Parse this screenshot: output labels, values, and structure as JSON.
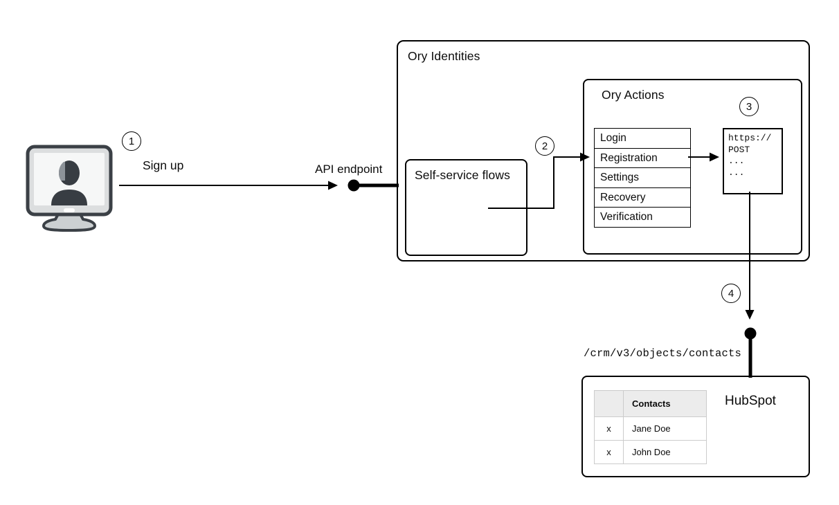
{
  "steps": {
    "s1": "1",
    "s2": "2",
    "s3": "3",
    "s4": "4"
  },
  "labels": {
    "sign_up": "Sign up",
    "api_endpoint": "API endpoint",
    "crm_path": "/crm/v3/objects/contacts"
  },
  "ory_identities": {
    "title": "Ory Identities",
    "self_service_title": "Self-service flows",
    "ory_actions": {
      "title": "Ory Actions",
      "flows": [
        "Login",
        "Registration",
        "Settings",
        "Recovery",
        "Verification"
      ],
      "webhook_code": [
        "https://",
        "POST",
        "...",
        "..."
      ]
    }
  },
  "hubspot": {
    "title": "HubSpot",
    "table": {
      "headers": [
        "",
        "Contacts"
      ],
      "rows": [
        [
          "x",
          "Jane Doe"
        ],
        [
          "x",
          "John Doe"
        ]
      ]
    }
  },
  "icons": {
    "user_terminal": "monitor-with-user-silhouette-icon"
  },
  "colors": {
    "line": "#000000",
    "box_border": "#000000",
    "table_border": "#cbcbcb",
    "table_header_bg": "#ececec",
    "icon_dark": "#3b4046",
    "icon_bezel": "#dcdedf",
    "icon_screen": "#f6f7f7"
  }
}
